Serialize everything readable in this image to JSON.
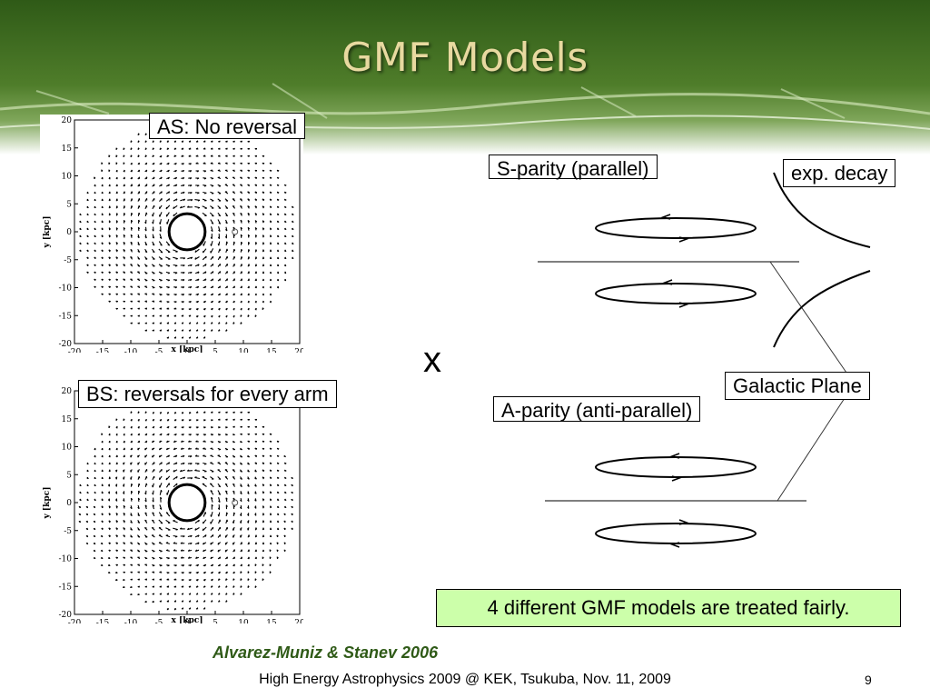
{
  "slide": {
    "title": "GMF Models",
    "page_number": "9",
    "footer": "High Energy Astrophysics 2009 @ KEK, Tsukuba, Nov. 11, 2009",
    "credit": "Alvarez-Muniz & Stanev 2006",
    "note": "4 different GMF models are treated fairly.",
    "times_symbol": "x"
  },
  "labels": {
    "as": "AS: No reversal",
    "bs": "BS: reversals for every arm",
    "s_parity": "S-parity (parallel)",
    "a_parity": "A-parity (anti-parallel)",
    "exp_decay": "exp. decay",
    "galactic_plane": "Galactic Plane"
  },
  "plots": {
    "ticks": [
      "-20",
      "-15",
      "-10",
      "-5",
      "0",
      "5",
      "10",
      "15",
      "20"
    ],
    "y_ticks": [
      "20",
      "15",
      "10",
      "5",
      "0",
      "-5",
      "-10",
      "-15",
      "-20"
    ],
    "x_axis_label": "x   [kpc]",
    "y_axis_label": "y   [kpc]"
  },
  "colors": {
    "header_green": "#3f6b1f",
    "note_fill": "#ccffaa",
    "credit_green": "#2f5a17",
    "title_cream": "#e8d9a0"
  }
}
